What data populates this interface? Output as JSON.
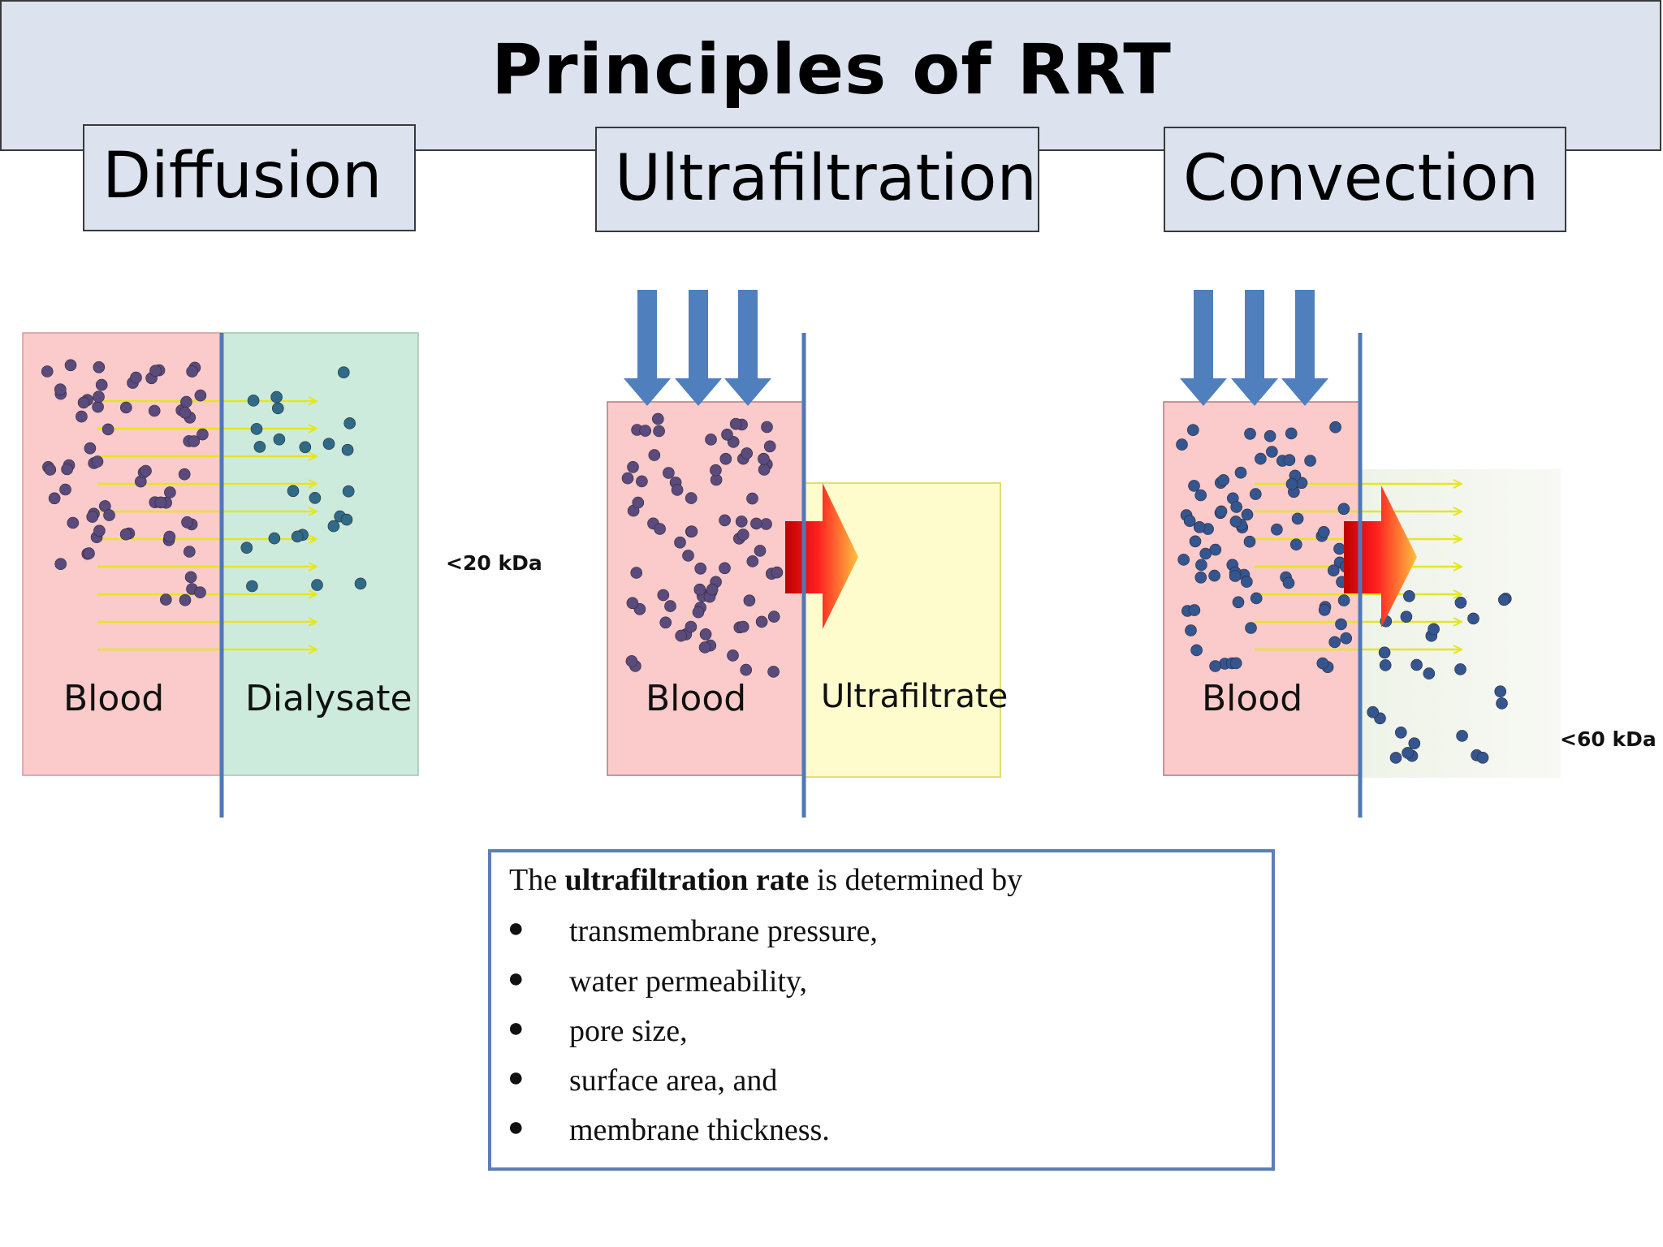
{
  "title": "Principles of RRT",
  "sections": {
    "diffusion": "Diffusion",
    "ultrafiltration": "Ultrafiltration",
    "convection": "Convection"
  },
  "diffusion_panel": {
    "blood_label": "Blood",
    "dialysate_label": "Dialysate",
    "size_label": "<20 kDa"
  },
  "ultrafiltration_panel": {
    "blood_label": "Blood",
    "ultrafiltrate_label": "Ultrafiltrate"
  },
  "convection_panel": {
    "blood_label": "Blood",
    "size_label": "<60 kDa"
  },
  "info": {
    "intro_before": "The ",
    "intro_bold": "ultrafiltration rate",
    "intro_after": " is determined by",
    "bullets": [
      "transmembrane pressure,",
      "water permeability,",
      "pore size,",
      "surface area, and",
      "membrane thickness."
    ]
  },
  "colors": {
    "blood": "#fbcaca",
    "dialysate": "#cdebdc",
    "ultrafiltrate": "#fefccc",
    "membrane": "#4f79b6",
    "pressure_arrow": "#4f7fbd",
    "molecule_blood": "#5b4a7c",
    "molecule_dialysate": "#2f6a86",
    "molecule_convection": "#35558f",
    "diffusion_arrow": "#e6e61e"
  }
}
